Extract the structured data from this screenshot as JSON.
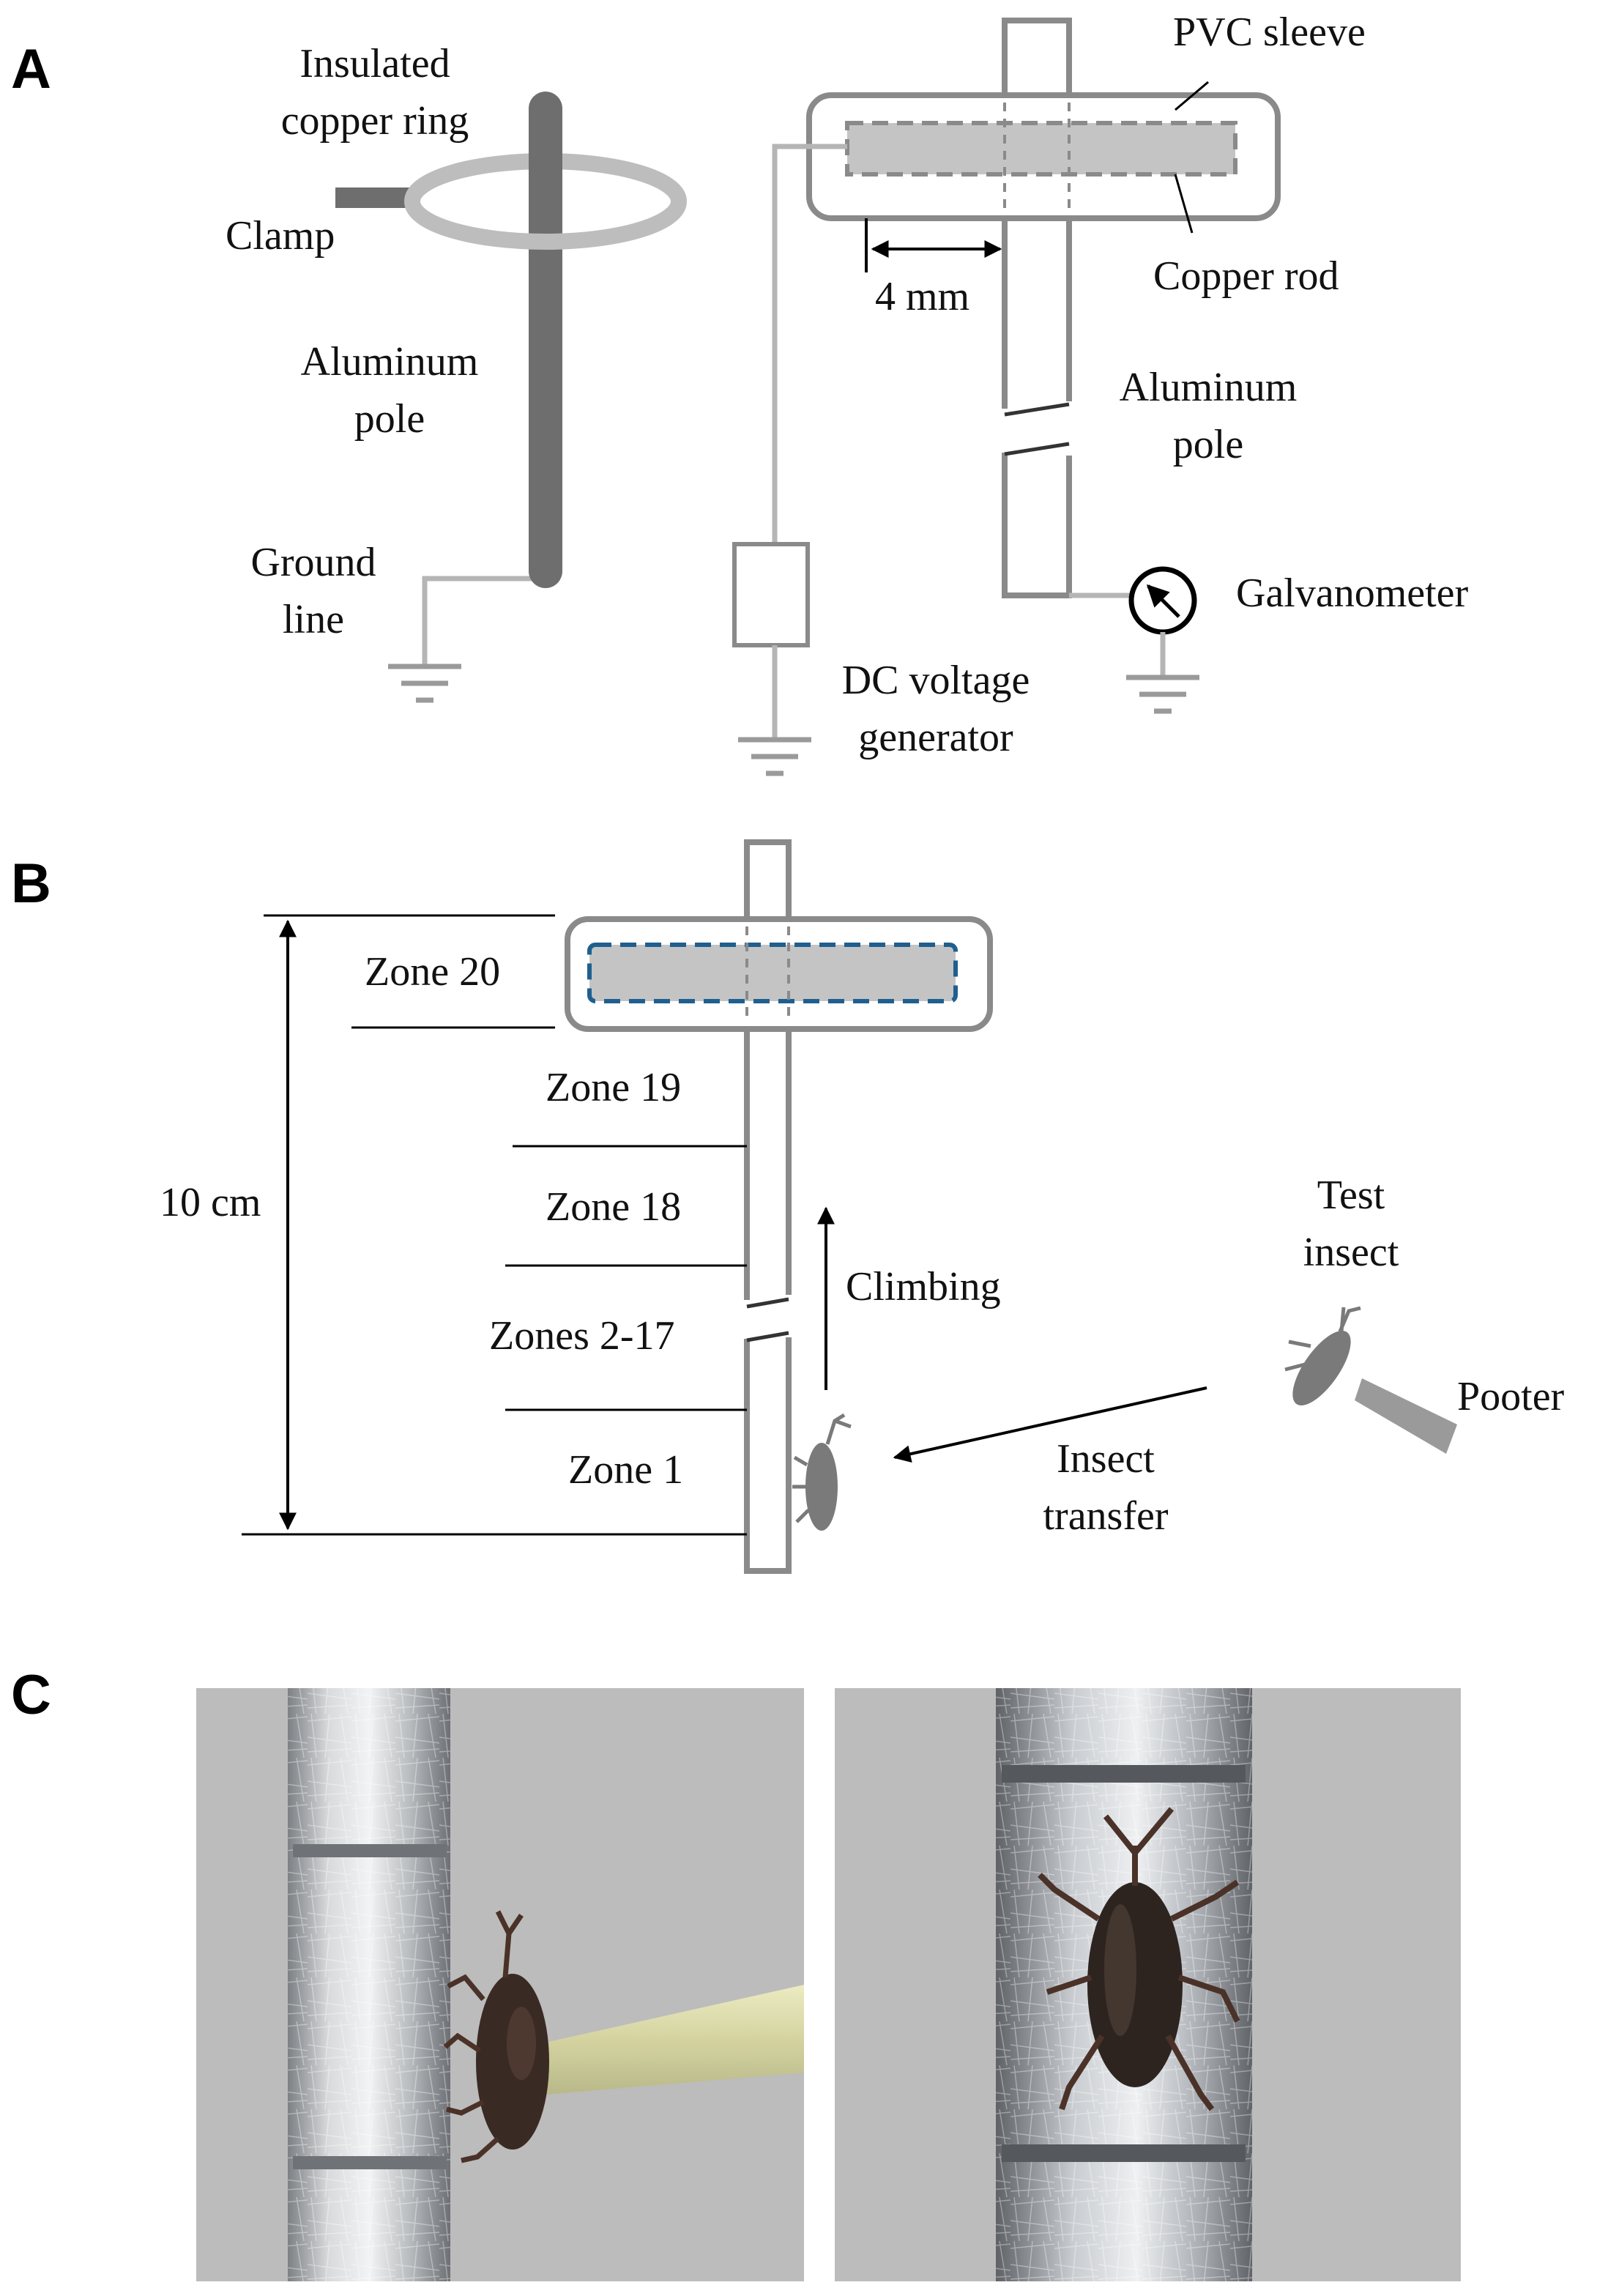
{
  "panels": {
    "a": "A",
    "b": "B",
    "c": "C"
  },
  "panel_a": {
    "insulated_ring_line1": "Insulated",
    "insulated_ring_line2": "copper ring",
    "clamp": "Clamp",
    "aluminum_pole_line1": "Aluminum",
    "aluminum_pole_line2": "pole",
    "ground_line_line1": "Ground",
    "ground_line_line2": "line",
    "pvc_sleeve": "PVC sleeve",
    "copper_rod": "Copper rod",
    "gap_dimension": "4 mm",
    "right_pole_line1": "Aluminum",
    "right_pole_line2": "pole",
    "galvanometer": "Galvanometer",
    "dc_generator_line1": "DC voltage",
    "dc_generator_line2": "generator"
  },
  "panel_b": {
    "zone20": "Zone 20",
    "zone19": "Zone 19",
    "zone18": "Zone 18",
    "zones2_17": "Zones 2-17",
    "zone1": "Zone 1",
    "height": "10 cm",
    "climbing": "Climbing",
    "test_insect_line1": "Test",
    "test_insect_line2": "insect",
    "pooter": "Pooter",
    "insect_transfer_line1": "Insect",
    "insect_transfer_line2": "transfer"
  },
  "colors": {
    "pole_dark": "#6e6e6e",
    "outline_gray": "#8a8a8a",
    "wire_gray": "#b5b5b5",
    "rod_fill": "#c4c4c4",
    "rod_dash_b": "#1f5f8f",
    "photo_background": "#bcbcbc"
  }
}
